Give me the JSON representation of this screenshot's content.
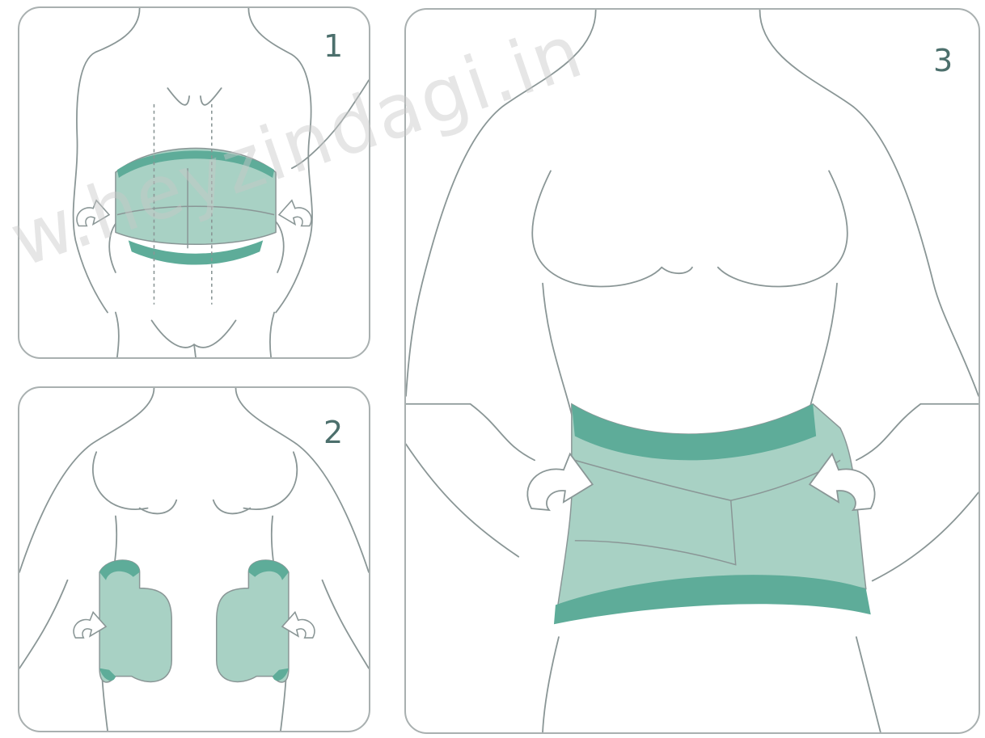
{
  "steps": [
    {
      "number": "1"
    },
    {
      "number": "2"
    },
    {
      "number": "3"
    }
  ],
  "watermark": "w.heyzindagi.in",
  "colors": {
    "outline": "#8a9696",
    "panel_border": "#a9b0b0",
    "belt_fill": "#a8d1c4",
    "belt_edge": "#5eac99",
    "number": "#4c6f6c"
  }
}
